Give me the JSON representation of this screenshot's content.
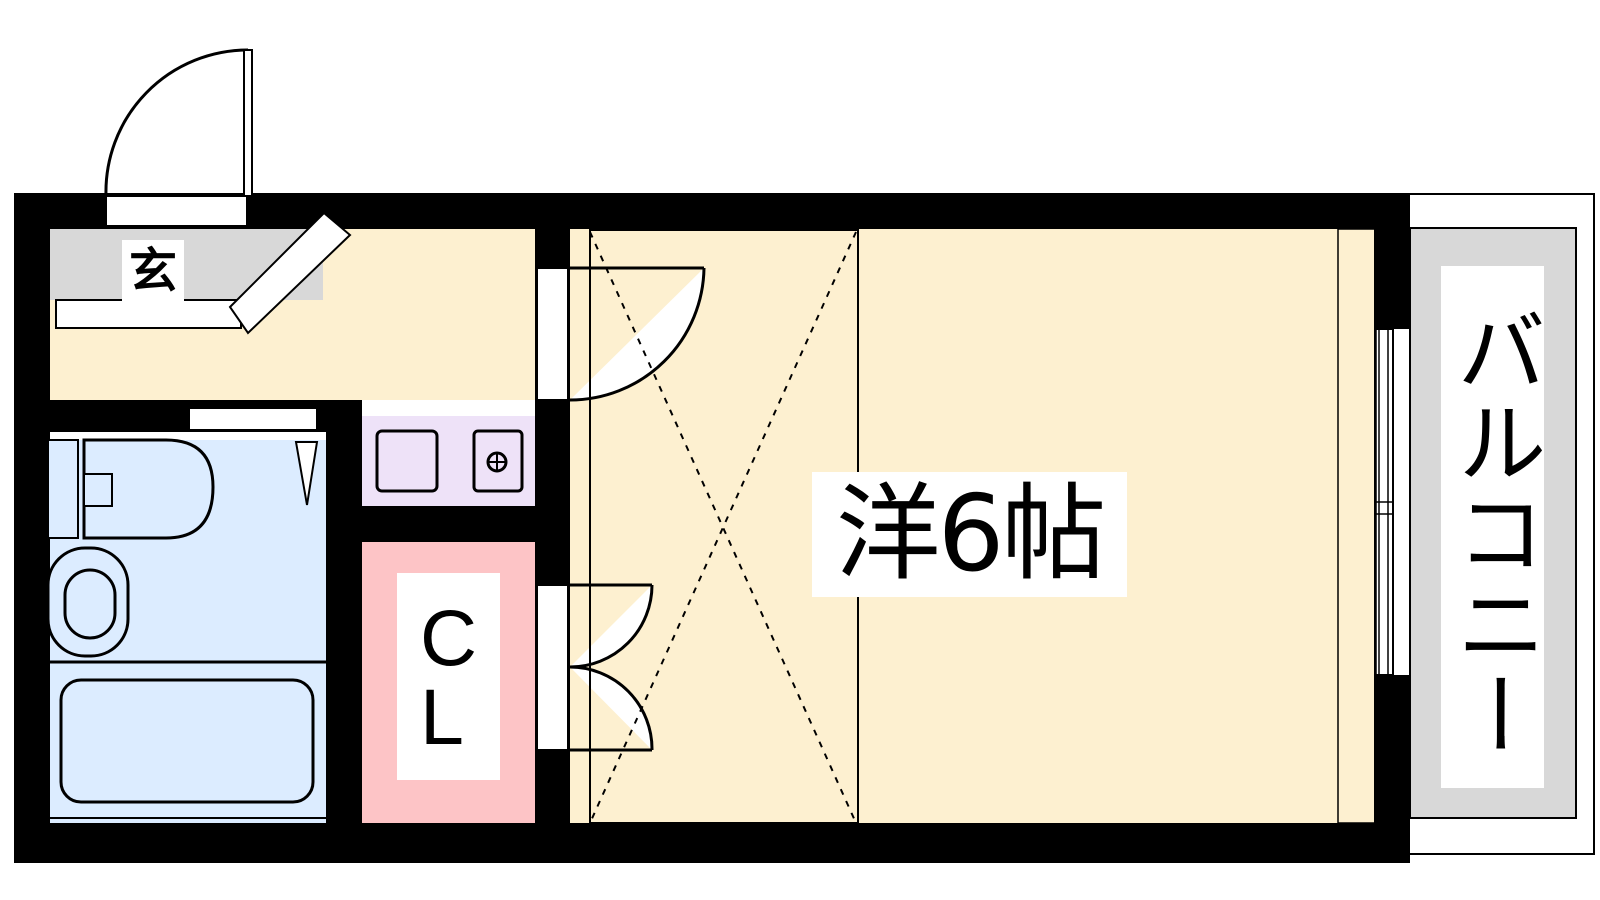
{
  "floorplan": {
    "rooms": {
      "genkan": "玄",
      "western_room": "洋6帖",
      "closet": "CL",
      "balcony": "バルコニー"
    },
    "colors": {
      "wall": "#000000",
      "living_floor": "#fdf0d0",
      "wet_area": "#dcecff",
      "kitchen_counter": "#eee2f8",
      "closet": "#fdc4c6",
      "entrance_and_balcony": "#d8d8d8"
    },
    "fixtures": [
      "entrance-door",
      "shoe-box",
      "kitchen-sink",
      "gas-stove",
      "toilet",
      "wash-basin",
      "bathtub",
      "loft-ladder",
      "window"
    ]
  }
}
